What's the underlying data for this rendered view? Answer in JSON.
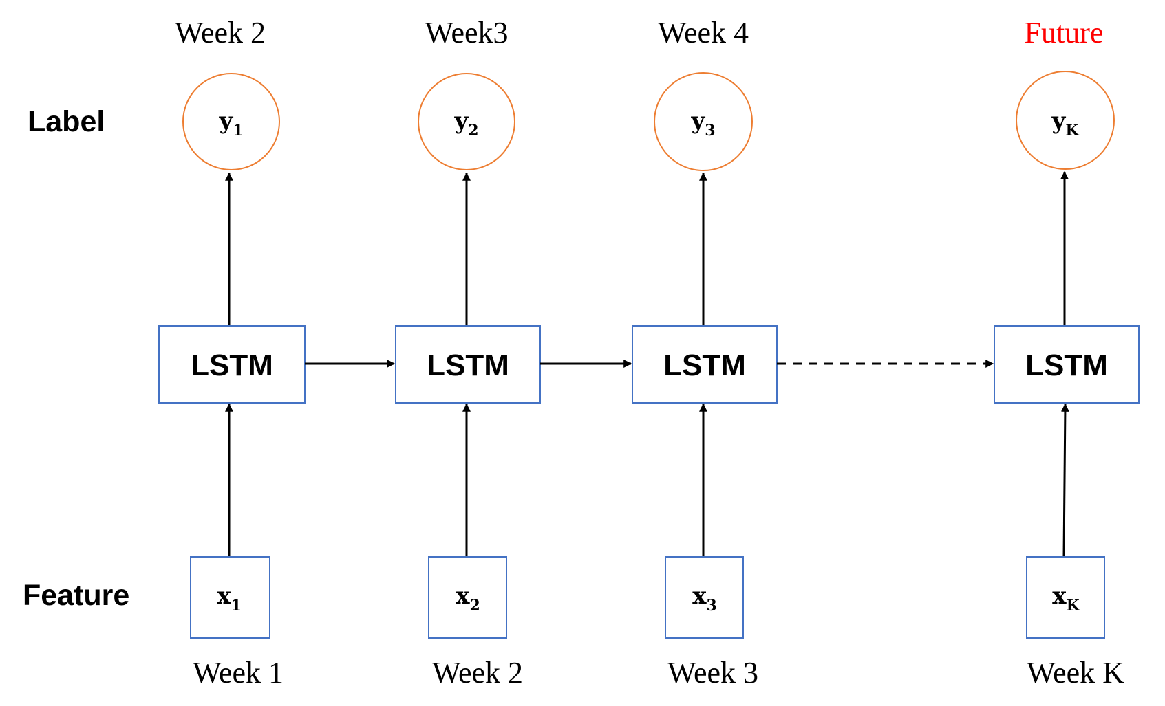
{
  "row_labels": {
    "label": "Label",
    "feature": "Feature"
  },
  "columns": [
    {
      "top_week": "Week 2",
      "label_var": "y",
      "label_sub": "1",
      "cell": "LSTM",
      "feature_var": "x",
      "feature_sub": "1",
      "bottom_week": "Week 1"
    },
    {
      "top_week": "Week3",
      "label_var": "y",
      "label_sub": "2",
      "cell": "LSTM",
      "feature_var": "x",
      "feature_sub": "2",
      "bottom_week": "Week 2"
    },
    {
      "top_week": "Week 4",
      "label_var": "y",
      "label_sub": "3",
      "cell": "LSTM",
      "feature_var": "x",
      "feature_sub": "3",
      "bottom_week": "Week 3"
    },
    {
      "top_week": "Future",
      "label_var": "y",
      "label_sub": "K",
      "cell": "LSTM",
      "feature_var": "x",
      "feature_sub": "K",
      "bottom_week": "Week K"
    }
  ],
  "colors": {
    "label_circle_stroke": "#ed7d31",
    "box_stroke": "#4472c4",
    "future_text": "#ff0000",
    "arrow": "#000000"
  },
  "connections": {
    "between_cells": [
      "solid",
      "solid",
      "dashed"
    ]
  }
}
